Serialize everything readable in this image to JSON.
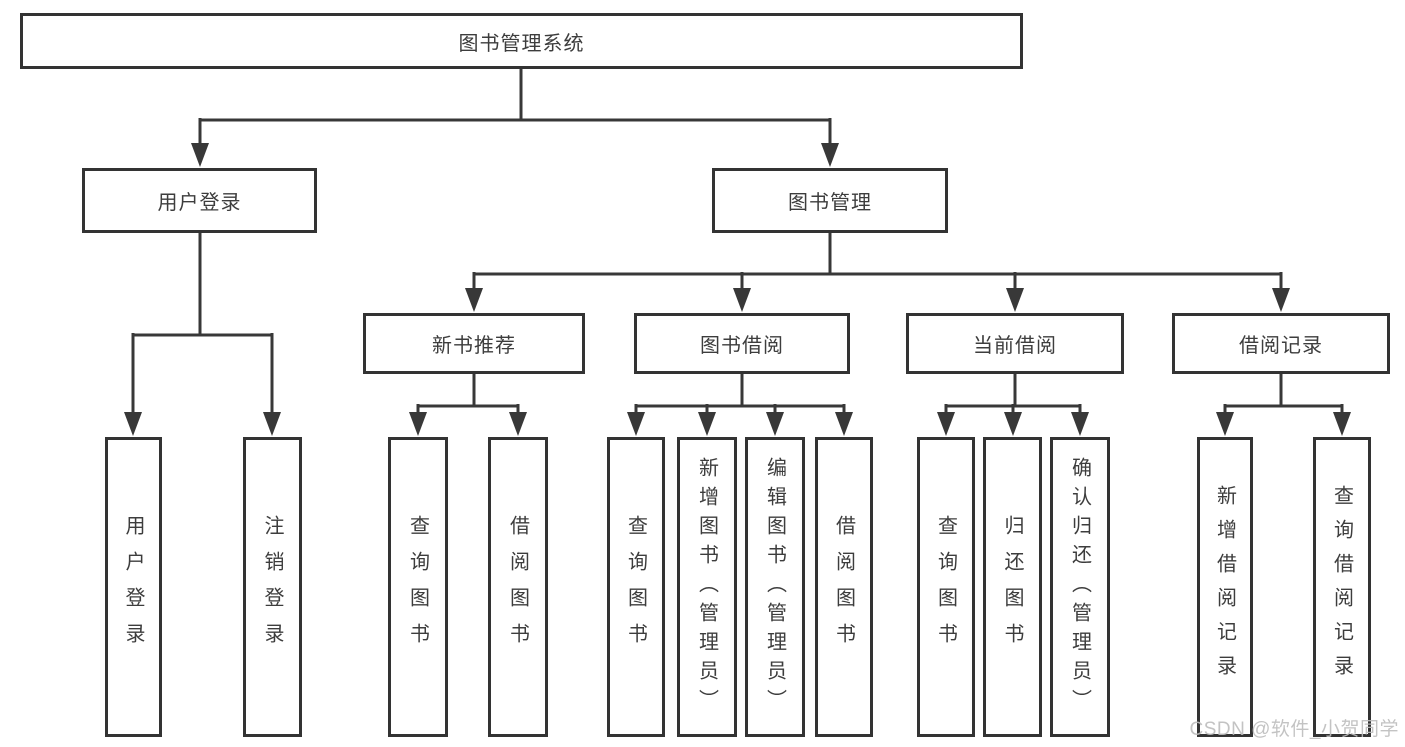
{
  "nodes": {
    "root": "图书管理系统",
    "level2": [
      "用户登录",
      "图书管理"
    ],
    "level3": [
      "新书推荐",
      "图书借阅",
      "当前借阅",
      "借阅记录"
    ],
    "leaves": {
      "user_login_group": [
        "用户登录",
        "注销登录"
      ],
      "new_book_group": [
        "查询图书",
        "借阅图书"
      ],
      "borrow_group": [
        "查询图书",
        "新增图书（管理员）",
        "编辑图书（管理员）",
        "借阅图书"
      ],
      "current_group": [
        "查询图书",
        "归还图书",
        "确认归还（管理员）"
      ],
      "record_group": [
        "新增借阅记录",
        "查询借阅记录"
      ]
    }
  },
  "watermark": {
    "text": "CSDN @软件_小贺同学"
  },
  "colors": {
    "line": "#383838",
    "text": "#3d3d3d",
    "box_border": "#333333",
    "box_bg": "#ffffff",
    "watermark": "#bdbdbd"
  }
}
